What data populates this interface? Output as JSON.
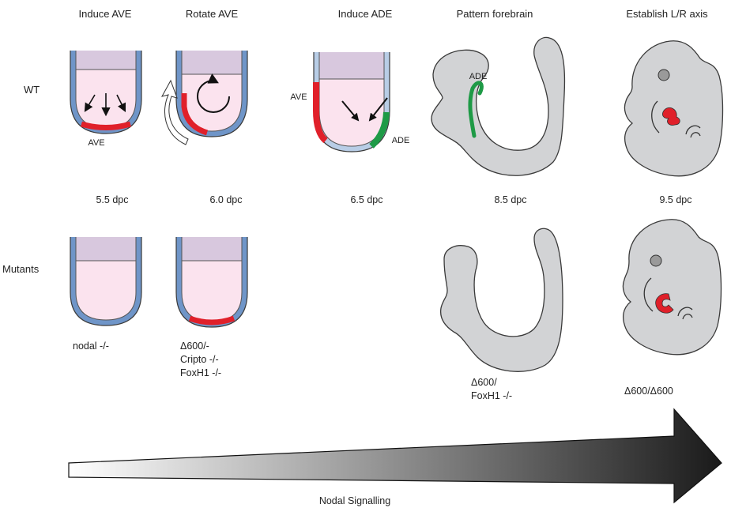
{
  "headers": [
    "Induce AVE",
    "Rotate AVE",
    "Induce ADE",
    "Pattern forebrain",
    "Establish L/R axis"
  ],
  "rows": {
    "wt": "WT",
    "mutants": "Mutants"
  },
  "stages": [
    "5.5 dpc",
    "6.0 dpc",
    "6.5 dpc",
    "8.5 dpc",
    "9.5 dpc"
  ],
  "region_labels": {
    "ave_bottom": "AVE",
    "ave_side": "AVE",
    "ade_side": "ADE",
    "ade_forebrain": "ADE"
  },
  "mutant_labels": {
    "col1": [
      "nodal -/-"
    ],
    "col2": [
      "Δ600/-",
      "Cripto -/-",
      "FoxH1 -/-"
    ],
    "col4": [
      "Δ600/",
      "FoxH1 -/-"
    ],
    "col5": [
      "Δ600/Δ600"
    ]
  },
  "gradient_label": "Nodal Signalling",
  "colors": {
    "embryo_outer": "#6f95c8",
    "embryo_light_outer": "#b8cde6",
    "epiblast": "#fbe3ee",
    "extraembryonic": "#d8c8de",
    "ave_red": "#e0202a",
    "ade_green": "#1e9a46",
    "embryo_grey": "#d2d3d5",
    "outline": "#3a3a3a"
  }
}
